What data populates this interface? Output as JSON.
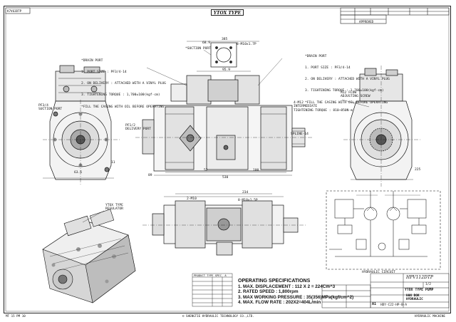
{
  "header": {
    "type_title": "YTOX TYPE",
    "top_left_code": "K7V63DTP",
    "revision_box": "APPROVED"
  },
  "notes": {
    "left_drain_port": [
      "*DRAIN PORT",
      "1. PORT SIZE : PF3/4-14",
      "2. ON DELIVERY : ATTACHED WITH A VINYL PLUG",
      "3. TIGHTENING TORQUE : 1,700±100(kgf·cm)",
      "*FILL THE CASING WITH OIL BEFORE OPERATING"
    ],
    "right_drain_port": [
      "*DRAIN PORT",
      "1. PORT SIZE : PF3/4-14",
      "2. ON DELIVERY : ATTACHED WITH A VINYL PLUG",
      "3. TIGHTENING TORQUE : 1,700±100(kgf·cm)",
      "*FILL THE CASING WITH OIL BEFORE OPERATING"
    ],
    "suction_port_top": "*SUCTION PORT",
    "suction_port_left": "PF3/4\nSUCTION PORT",
    "delivery_port": "PF1/2\nDELIVERY PORT",
    "spline": "SPLINE-14",
    "mounting_screws": "4-M12\nINTERMEDIATE\nTIGHTENING TORQUE : 810~850N·m",
    "mounting_screw_right": "M12 FLOW\nADJUSTING SCREW",
    "screw_top": "8-M10x1.7P",
    "screw_bottom_1": "2-M10",
    "screw_bottom_2": "8-M10x1.5P",
    "ytox_regulator": "YTOX TYPE\nREGULATOR",
    "hydraulic_circuit": "HYDRAULIC CIRCUIT",
    "spec_table_title": "PRODUCT TYPE SPEC. A"
  },
  "dimensions": {
    "d1": "385",
    "d2": "530",
    "d3": "100",
    "d4": "63.5",
    "d5": "11",
    "d6": "52",
    "d7": "225",
    "d8": "234",
    "d9": "95.9",
    "d10": "68.9",
    "d11": "89"
  },
  "operating_specs": {
    "heading": "OPERATING SPECIFICATIONS",
    "items": [
      "1. MAX. DISPLACEMENT : 112 X 2 = 224Cm^3",
      "2. RATED SPEED : 1,800rpm",
      "3. MAX WORKING PRESSURE : 35(356)MPa(kgf/cm^2)",
      "4. MAX. FLOW RATE : 202X2=404L/min"
    ]
  },
  "title_block": {
    "model": "HPV112DTP",
    "drawing_name": "YTOX TYPE PUMP",
    "company": "HAN DOK\nHYDRAULIC",
    "sheet_size": "A1",
    "drawing_no": "HDY-C22-HP-B-A",
    "scale": "1/2"
  },
  "footer": {
    "left_code": "MT 15 PM 10",
    "center_note": "© SHENGTIE HYDRAULIC TECHNOLOGY CO.,LTD.",
    "right_code": "HYDRAULIC MACHINE"
  }
}
